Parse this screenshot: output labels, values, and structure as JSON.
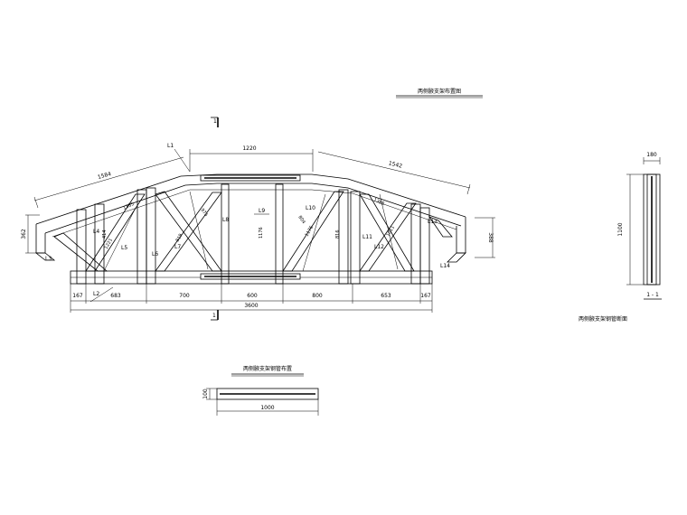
{
  "titles": {
    "elevation": "两侧腋支架布置图",
    "section": "两侧腋支架钢管断面",
    "plate": "两侧腋支架钢管布置"
  },
  "dimensions": {
    "top_middle": "1220",
    "top_left": "1584",
    "top_right": "1542",
    "left_height": "362",
    "right_height": "388",
    "bottom_total": "3600",
    "bottom_segments": [
      "167",
      "683",
      "700",
      "600",
      "800",
      "653",
      "167"
    ],
    "section_width": "180",
    "section_height": "1100",
    "plate_width": "1000",
    "plate_height": "100",
    "diag_left_1": "1385",
    "diag_left_2": "1221",
    "diag_left_3": "819",
    "diag_left_4": "975",
    "diag_right_1": "804",
    "diag_right_2": "1176",
    "diag_right_3": "1385",
    "diag_right_4": "1011",
    "post_1": "1176",
    "post_2": "816",
    "post_3": "414"
  },
  "members": [
    "L1",
    "L2",
    "L3",
    "L4",
    "L5",
    "L6",
    "L7",
    "L8",
    "L9",
    "L10",
    "L11",
    "L12",
    "L13",
    "L14"
  ],
  "section_marks": {
    "mark": "1",
    "section_label": "1 - 1"
  }
}
